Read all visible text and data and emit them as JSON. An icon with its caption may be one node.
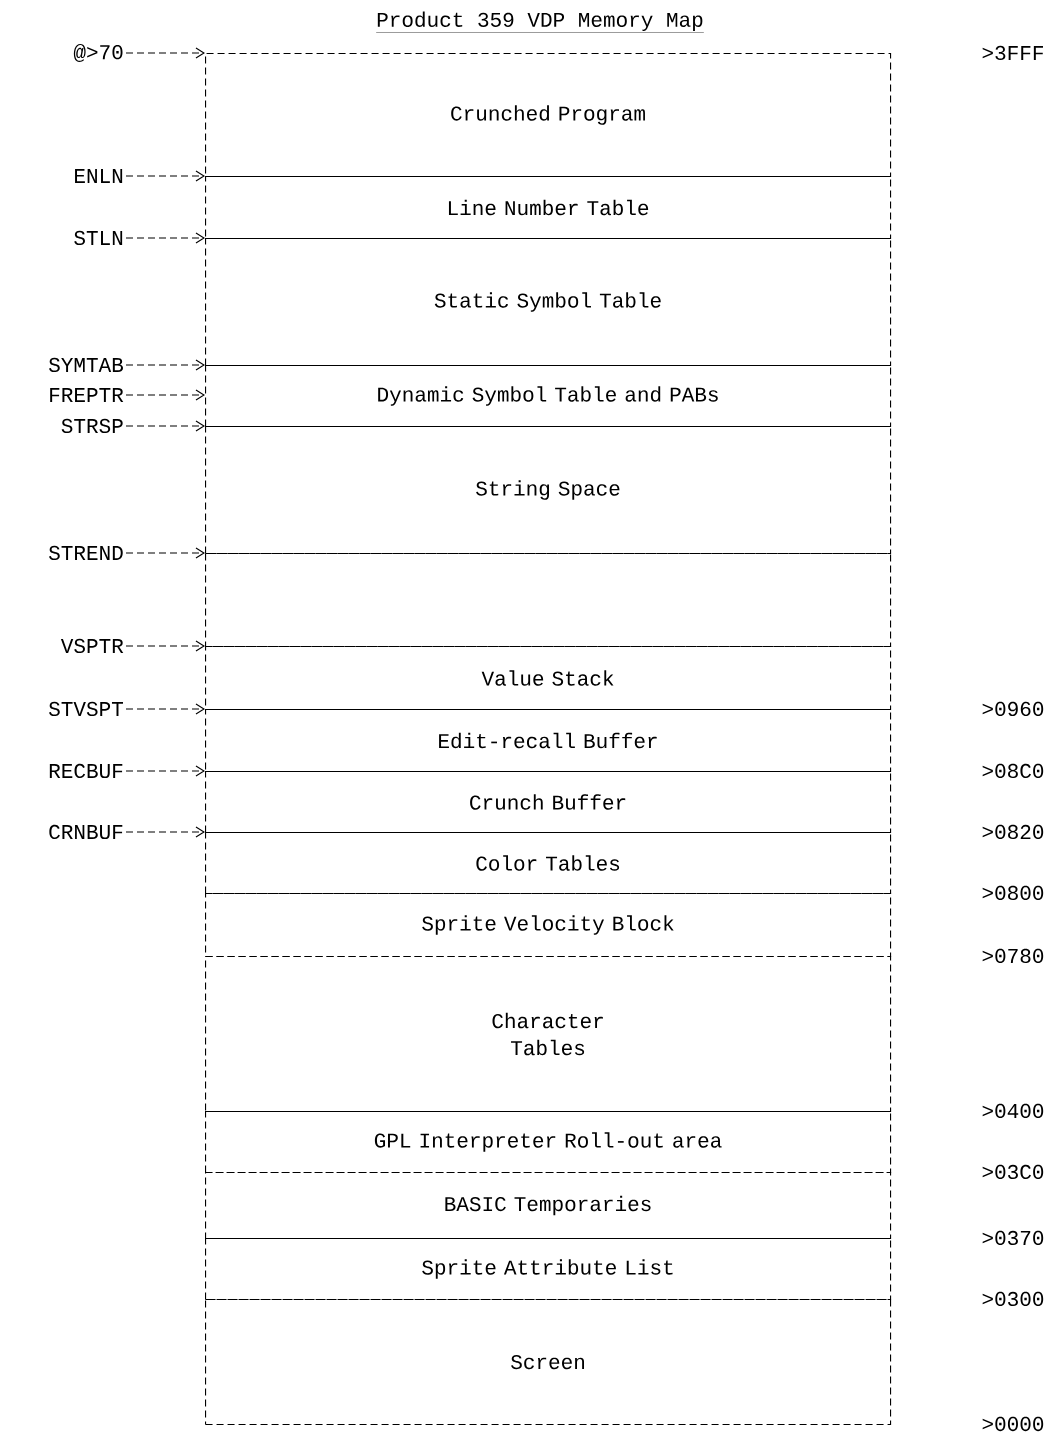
{
  "diagram": {
    "title": "Product 359 VDP Memory Map",
    "nodes": [
      {
        "text": [
          "Crunched Program"
        ]
      },
      {
        "text": [
          "Line Number Table"
        ]
      },
      {
        "text": [
          "Static Symbol Table"
        ]
      },
      {
        "text": [
          "Dynamic Symbol Table and PABs"
        ]
      },
      {
        "text": [
          "String Space"
        ]
      },
      {
        "text": [],
        "shape": "box"
      },
      {
        "text": [
          "Value Stack"
        ]
      },
      {
        "text": [
          "Edit-recall Buffer"
        ]
      },
      {
        "text": [
          "Crunch Buffer"
        ]
      },
      {
        "text": [
          "Color Tables"
        ]
      },
      {
        "text": [
          "Sprite Velocity Block"
        ]
      },
      {
        "text": [
          "Character Tables"
        ]
      },
      {
        "text": [
          "GPL Interpreter Roll-out area"
        ]
      },
      {
        "text": [
          "BASIC Temporaries"
        ]
      },
      {
        "text": [
          "Sprite Attribute List"
        ]
      },
      {
        "text": [
          "Screen"
        ]
      },
      {
        "text": [
          "@>70"
        ]
      },
      {
        "text": [
          "ENLN"
        ]
      },
      {
        "text": [
          "STLN"
        ]
      },
      {
        "text": [
          "SYMTAB"
        ]
      },
      {
        "text": [
          "FREPTR"
        ]
      },
      {
        "text": [
          "STRSP"
        ]
      },
      {
        "text": [
          "STREND"
        ]
      },
      {
        "text": [
          "VSPTR"
        ]
      },
      {
        "text": [
          "STVSPT"
        ]
      },
      {
        "text": [
          "RECBUF"
        ]
      },
      {
        "text": [
          "CRNBUF"
        ]
      }
    ],
    "edges": [
      {
        "from": 16,
        "to": 0,
        "arrow": "to",
        "style": "dashed"
      },
      {
        "from": 17,
        "to": 1,
        "arrow": "to",
        "style": "dashed"
      },
      {
        "from": 18,
        "to": 2,
        "arrow": "to",
        "style": "dashed"
      },
      {
        "from": 19,
        "to": 3,
        "arrow": "to",
        "style": "dashed"
      },
      {
        "from": 20,
        "to": 3,
        "arrow": "to",
        "style": "dashed"
      },
      {
        "from": 21,
        "to": 4,
        "arrow": "to",
        "style": "dashed"
      },
      {
        "from": 22,
        "to": 5,
        "arrow": "to",
        "style": "dashed"
      },
      {
        "from": 23,
        "to": 6,
        "arrow": "to",
        "style": "dashed"
      },
      {
        "from": 24,
        "to": 7,
        "arrow": "to",
        "style": "dashed"
      },
      {
        "from": 25,
        "to": 8,
        "arrow": "to",
        "style": "dashed"
      },
      {
        "from": 26,
        "to": 9,
        "arrow": "to",
        "style": "dashed"
      }
    ],
    "labels": [
      ">3FFF",
      ">0960",
      ">08C0",
      ">0820",
      ">0800",
      ">0780",
      ">0400",
      ">03C0",
      ">0370",
      ">0300",
      ">0000"
    ]
  }
}
